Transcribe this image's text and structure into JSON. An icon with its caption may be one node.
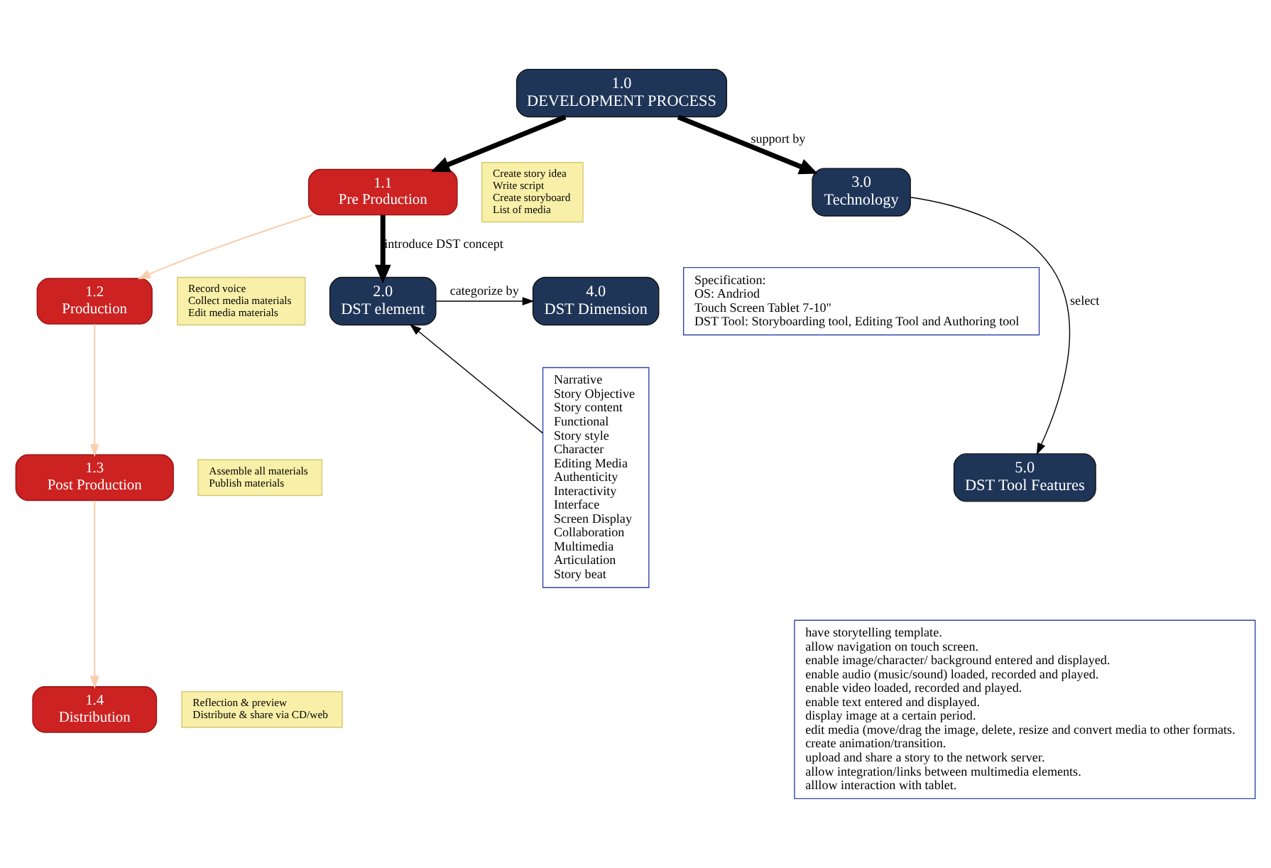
{
  "diagram": {
    "nodes": [
      {
        "text": [
          "1.0",
          "DEVELOPMENT PROCESS"
        ]
      },
      {
        "text": [
          "1.1",
          "Pre Production"
        ]
      },
      {
        "text": [
          "Create story idea",
          "Write script",
          "Create storyboard",
          "List of media"
        ]
      },
      {
        "text": [
          "1.2",
          "Production"
        ]
      },
      {
        "text": [
          "Record voice",
          "Collect media materials",
          "Edit media materials"
        ]
      },
      {
        "text": [
          "1.3",
          "Post Production"
        ]
      },
      {
        "text": [
          "Assemble all materials",
          "Publish materials"
        ]
      },
      {
        "text": [
          "1.4",
          "Distribution"
        ]
      },
      {
        "text": [
          "Reflection & preview",
          "Distribute & share via CD/web"
        ]
      },
      {
        "text": [
          "2.0",
          "DST element"
        ]
      },
      {
        "text": [
          "3.0",
          "Technology"
        ]
      },
      {
        "text": [
          "Specification:",
          "OS: Andriod",
          "Touch Screen Tablet 7-10\"",
          "DST Tool: Storyboarding tool, Editing Tool and Authoring tool"
        ]
      },
      {
        "text": [
          "4.0",
          "DST Dimension"
        ]
      },
      {
        "text": [
          "Narrative",
          "Story Objective",
          "Story content",
          "Functional",
          "Story style",
          "Character",
          "Editing Media",
          "Authenticity",
          "Interactivity",
          "Interface",
          "Screen Display",
          "Collaboration",
          "Multimedia",
          "Articulation",
          "Story beat"
        ]
      },
      {
        "text": [
          "5.0",
          "DST Tool Features"
        ]
      },
      {
        "text": [
          "have storytelling template.",
          "allow navigation on touch screen.",
          "enable image/character/ background entered and displayed.",
          "enable audio (music/sound) loaded, recorded and played.",
          "enable video loaded, recorded and played.",
          "enable text entered and displayed.",
          "display image at a certain period.",
          "edit media (move/drag the image, delete, resize and convert media to other formats.",
          "create animation/transition.",
          "upload and share a story to the network server.",
          "allow integration/links between multimedia elements.",
          "alllow interaction with tablet."
        ]
      }
    ],
    "edges": [
      {
        "from": 0,
        "to": 1,
        "arrow": "to",
        "style": "thick"
      },
      {
        "from": 0,
        "to": 10,
        "arrow": "to",
        "label": "support by",
        "style": "thick"
      },
      {
        "from": 1,
        "to": 9,
        "arrow": "to",
        "label": "introduce DST concept",
        "style": "thick"
      },
      {
        "from": 1,
        "to": 3,
        "arrow": "to",
        "color": "#f9cfae"
      },
      {
        "from": 3,
        "to": 5,
        "arrow": "to",
        "color": "#f9cfae"
      },
      {
        "from": 5,
        "to": 7,
        "arrow": "to",
        "color": "#f9cfae"
      },
      {
        "from": 10,
        "to": 14,
        "arrow": "to",
        "label": "select"
      },
      {
        "from": 9,
        "to": 12,
        "arrow": "to",
        "label": "categorize by"
      },
      {
        "from": 13,
        "to": 9,
        "arrow": "to"
      }
    ]
  }
}
